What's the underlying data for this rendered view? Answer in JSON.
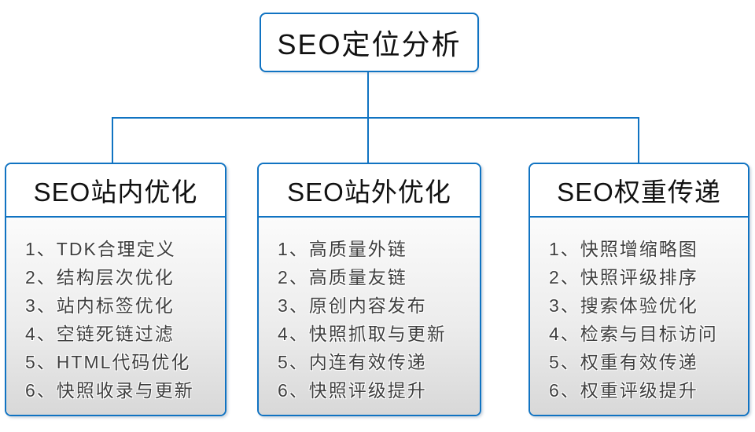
{
  "colors": {
    "accent_blue": "#1073c2",
    "body_gradient_top": "#fbfbfb",
    "body_gradient_bottom": "#d8d8d8",
    "item_text": "#3f3f3f",
    "title_text": "#111111"
  },
  "diagram": {
    "type": "org-chart",
    "root": {
      "label": "SEO定位分析"
    },
    "branches": [
      {
        "title": "SEO站内优化",
        "items": [
          "1、TDK合理定义",
          "2、结构层次优化",
          "3、站内标签优化",
          "4、空链死链过滤",
          "5、HTML代码优化",
          "6、快照收录与更新"
        ]
      },
      {
        "title": "SEO站外优化",
        "items": [
          "1、高质量外链",
          "2、高质量友链",
          "3、原创内容发布",
          "4、快照抓取与更新",
          "5、内连有效传递",
          "6、快照评级提升"
        ]
      },
      {
        "title": "SEO权重传递",
        "items": [
          "1、快照增缩略图",
          "2、快照评级排序",
          "3、搜索体验优化",
          "4、检索与目标访问",
          "5、权重有效传递",
          "6、权重评级提升"
        ]
      }
    ]
  }
}
